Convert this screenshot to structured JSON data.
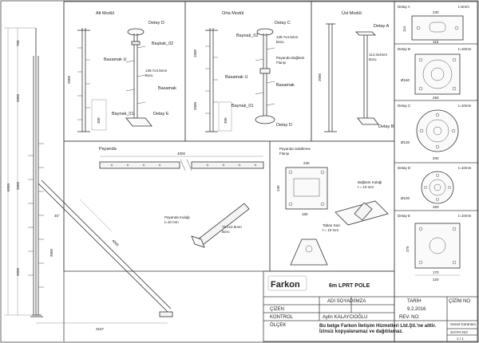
{
  "modules": {
    "alt": {
      "title": "Alt Modül",
      "detay_d": "Detay D",
      "baskak_02": "Başkak_02",
      "basamak_u": "Basamak U",
      "boru": "139.7x4.5mm\nBoru",
      "basamak": "Basamak",
      "baynak_01": "Baynak_01",
      "detay_e": "Detay E",
      "dim_2000": "2000",
      "dim_300": "300"
    },
    "orta": {
      "title": "Orta Modül",
      "detay_c": "Detay C",
      "baynak_02": "Baynak_02",
      "boru": "139.7x4.5mm\nBoru",
      "pay_flanj": "Payanda Bağlantı\nFlanşı",
      "basamak_u": "Basamak U",
      "basamak": "Basamak",
      "baynak_01": "Baynak_01",
      "detay_d": "Detay D",
      "dim_1000": "1000",
      "dim_2000": "2000",
      "dim_300": "300"
    },
    "ust": {
      "title": "Üst Modül",
      "detay_a": "Detay A",
      "boru": "114.3x4mm\nBoru",
      "detay_b": "Detay B",
      "dim_2000": "2000"
    }
  },
  "details": {
    "a": {
      "title": "Detay A",
      "thickness": "t=5mm",
      "w": "230",
      "h": "114",
      "inner": "115"
    },
    "b": {
      "title": "Detay B",
      "thickness": "t=10mm",
      "w": "250",
      "inner": "Ø160"
    },
    "c": {
      "title": "Detay C",
      "thickness": "t=10mm",
      "w": "200",
      "inner": "Ø130"
    },
    "d": {
      "title": "Detay D",
      "thickness": "t=10mm",
      "w": "250",
      "inner": "Ø100"
    },
    "e": {
      "title": "Detay E",
      "thickness": "t=10mm",
      "w": "220",
      "h": "275",
      "inner": "170"
    }
  },
  "payanda": {
    "title": "Payanda",
    "dim_4000": "4000",
    "kulagi": "Payanda Kulağı\nt=10 mm",
    "boru": "76.1x2.5mm\nBoru",
    "dim_4000b": "4000"
  },
  "flanj": {
    "title": "Payanda Sabitleme\nFlanşı",
    "w": "240",
    "h": "240",
    "inner_w": "180",
    "kulagi": "Bağlantı Kulağı\nt = 10 mm",
    "taban": "Taban Sacı\nt = 10 mm"
  },
  "side_view": {
    "dim_6000": "6000",
    "dim_2000a": "2000",
    "dim_2000b": "2000",
    "dim_2000c": "2000",
    "dim_700": "700",
    "dim_100": "100",
    "dim_3157": "3157",
    "dim_4000": "4000",
    "dim_3000": "3000",
    "angle": "45°"
  },
  "title_block": {
    "logo": "Farkon",
    "project": "6m LPRT POLE",
    "col_name": "ADI SOYADI",
    "col_imza": "İMZA",
    "col_tarih": "TARİH",
    "col_cizim": "ÇİZİM NO",
    "row_cizen": "ÇİZEN",
    "row_kontrol": "KONTROL",
    "row_olcek": "ÖLÇEK",
    "date": "9.2.2016",
    "drawer": "Aylin KALAYCIOĞLU",
    "rev": "REV. NO:",
    "notice": "Bu belge Farkon İletişim Hizmetleri Ltd.Şti.'ne aittir.\nİzinsiz kopyalanamaz ve dağıtılamaz.",
    "gorunum": "Genel Görünüm",
    "sayfa": "SAYFA NO",
    "sayfa_val": "1 / 1"
  },
  "colors": {
    "accent": "#2c7fb8",
    "line": "#333333"
  }
}
